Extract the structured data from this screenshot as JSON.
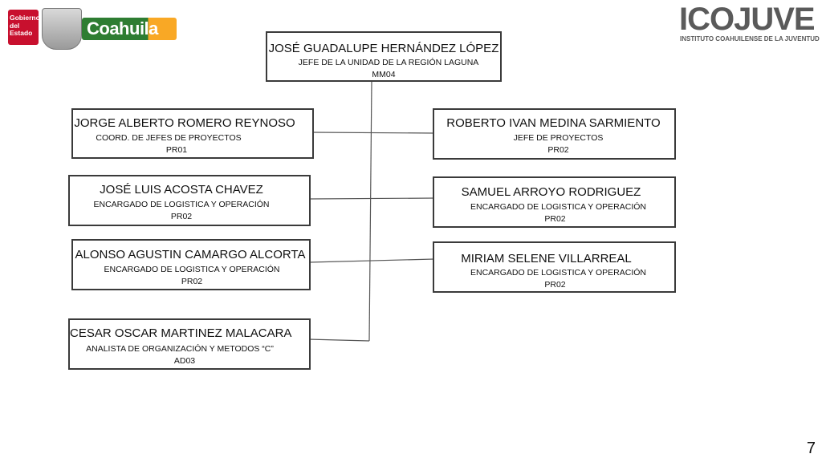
{
  "logos": {
    "gobierno_line1": "Gobierno",
    "gobierno_line2": "del",
    "gobierno_line3": "Estado",
    "coahuila": "Coahuila",
    "icojuve": "ICOJUVE",
    "icojuve_subtitle": "INSTITUTO COAHUILENSE DE LA JUVENTUD"
  },
  "org": {
    "head": {
      "name": "JOSÉ GUADALUPE HERNÁNDEZ LÓPEZ",
      "role": "JEFE DE LA UNIDAD DE LA REGIÓN LAGUNA",
      "code": "MM04"
    },
    "left": [
      {
        "name": "JORGE ALBERTO ROMERO REYNOSO",
        "role": "COORD. DE JEFES DE PROYECTOS",
        "code": "PR01"
      },
      {
        "name": "JOSÉ LUIS ACOSTA CHAVEZ",
        "role": "ENCARGADO DE LOGISTICA Y OPERACIÓN",
        "code": "PR02"
      },
      {
        "name": "ALONSO AGUSTIN CAMARGO ALCORTA",
        "role": "ENCARGADO DE LOGISTICA Y OPERACIÓN",
        "code": "PR02"
      },
      {
        "name": "CESAR OSCAR MARTINEZ MALACARA",
        "role": "ANALISTA DE ORGANIZACIÓN Y METODOS  “C”",
        "code": "AD03"
      }
    ],
    "right": [
      {
        "name": "ROBERTO IVAN MEDINA SARMIENTO",
        "role": "JEFE DE PROYECTOS",
        "code": "PR02"
      },
      {
        "name": "SAMUEL ARROYO RODRIGUEZ",
        "role": "ENCARGADO DE LOGISTICA Y OPERACIÓN",
        "code": "PR02"
      },
      {
        "name": "MIRIAM SELENE VILLARREAL",
        "role": "ENCARGADO DE LOGISTICA Y OPERACIÓN",
        "code": "PR02"
      }
    ]
  },
  "page_number": "7"
}
